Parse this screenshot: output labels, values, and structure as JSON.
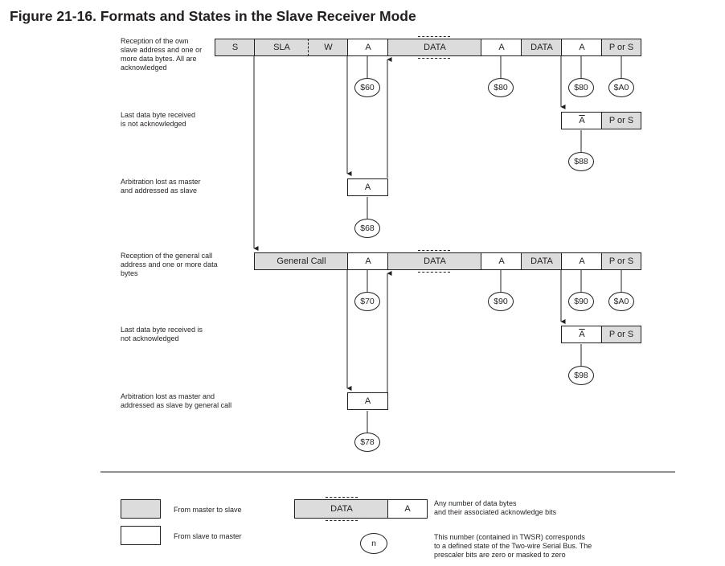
{
  "title": "Figure 21-16. Formats and States in the Slave Receiver Mode",
  "rows": {
    "r1_desc": "Reception of the own\nslave address and one or\nmore data bytes. All are\nacknowledged",
    "r2_desc": "Last data byte received\nis not acknowledged",
    "r3_desc": "Arbitration lost as master\nand addressed as slave",
    "r4_desc": "Reception of the general call\naddress and one or more data\nbytes",
    "r5_desc": "Last data byte received is\nnot acknowledged",
    "r6_desc": "Arbitration lost as master and\naddressed as slave by general call"
  },
  "labels": {
    "s": "S",
    "sla": "SLA",
    "w": "W",
    "a": "A",
    "data": "DATA",
    "p_or_s": "P or S",
    "not_a": "A",
    "general_call": "General Call"
  },
  "states": {
    "s60": "$60",
    "s80": "$80",
    "sA0": "$A0",
    "s88": "$88",
    "s68": "$68",
    "s70": "$70",
    "s90": "$90",
    "s98": "$98",
    "s78": "$78"
  },
  "legend": {
    "master_to_slave": "From master to slave",
    "slave_to_master": "From slave to master",
    "data": "DATA",
    "a": "A",
    "data_desc": "Any number of data bytes\nand their associated acknowledge bits",
    "n": "n",
    "n_desc": "This number (contained in TWSR) corresponds\nto a defined state of the Two-wire Serial Bus. The\nprescaler bits are zero or masked to zero"
  },
  "colors": {
    "master_fill": "#dcdcdc",
    "slave_fill": "#ffffff",
    "line": "#231f20"
  }
}
